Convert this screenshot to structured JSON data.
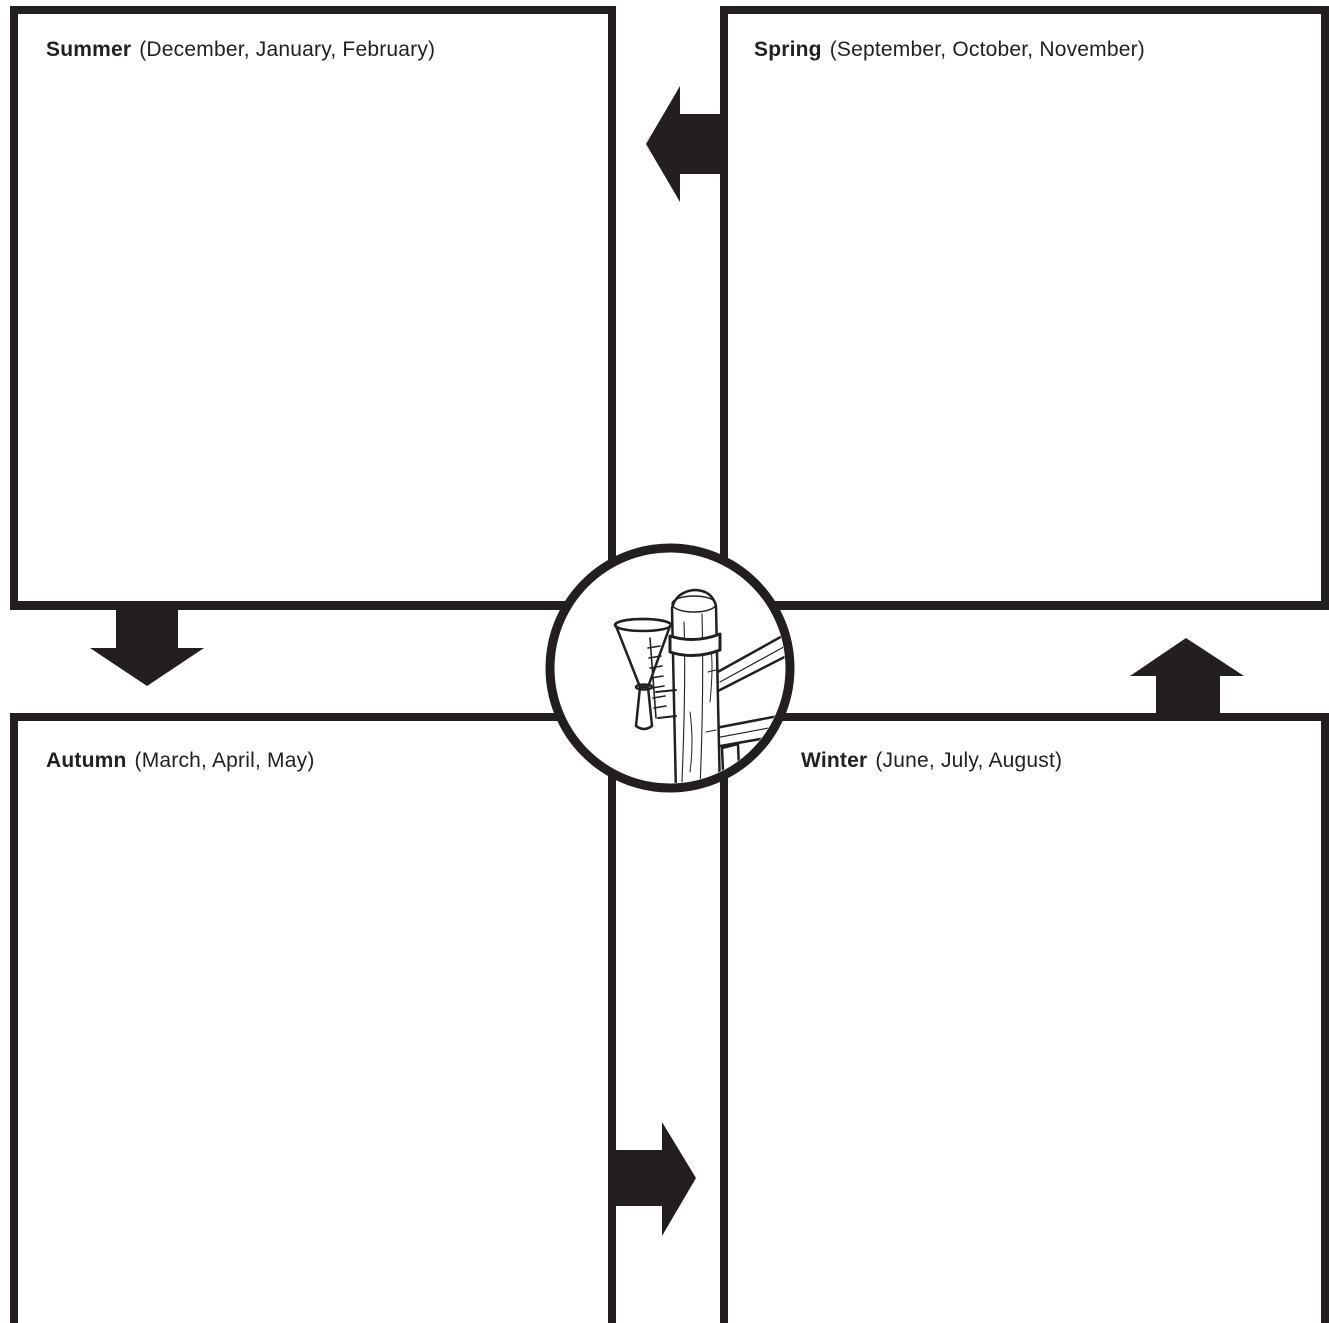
{
  "seasons": {
    "summer": {
      "name": "Summer",
      "months": "(December, January, February)"
    },
    "spring": {
      "name": "Spring",
      "months": "(September, October, November)"
    },
    "autumn": {
      "name": "Autumn",
      "months": "(March, April, May)"
    },
    "winter": {
      "name": "Winter",
      "months": "(June, July, August)"
    }
  },
  "colors": {
    "ink": "#231f20",
    "background": "#ffffff"
  },
  "icons": {
    "center": "rain-gauge-on-fence-post-icon",
    "flow": "arrow-icon"
  },
  "cycle_order": [
    "Summer",
    "Autumn",
    "Winter",
    "Spring"
  ]
}
